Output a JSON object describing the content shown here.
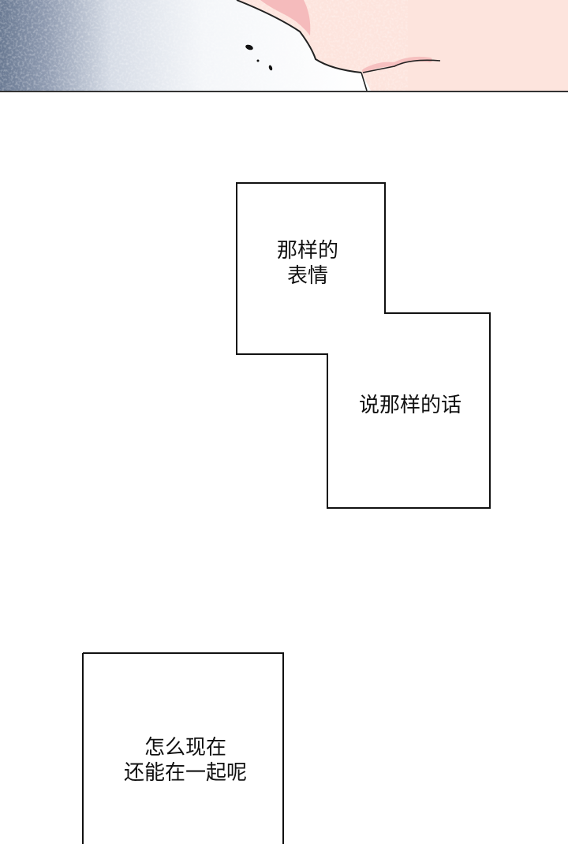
{
  "comic": {
    "top_panel": {
      "description": "Close-up of a character's cheek and lips against a blue-gray textured background",
      "colors": {
        "skin": "#fde4dd",
        "blush": "#f4b6b8",
        "background_dark": "#6a7a93",
        "background_light": "#e9edf2",
        "line": "#222222"
      }
    },
    "captions": [
      {
        "id": "caption-1",
        "text": "那样的\n表情"
      },
      {
        "id": "caption-2",
        "text": "说那样的话"
      },
      {
        "id": "caption-3",
        "text": "怎么现在\n还能在一起呢"
      }
    ]
  }
}
